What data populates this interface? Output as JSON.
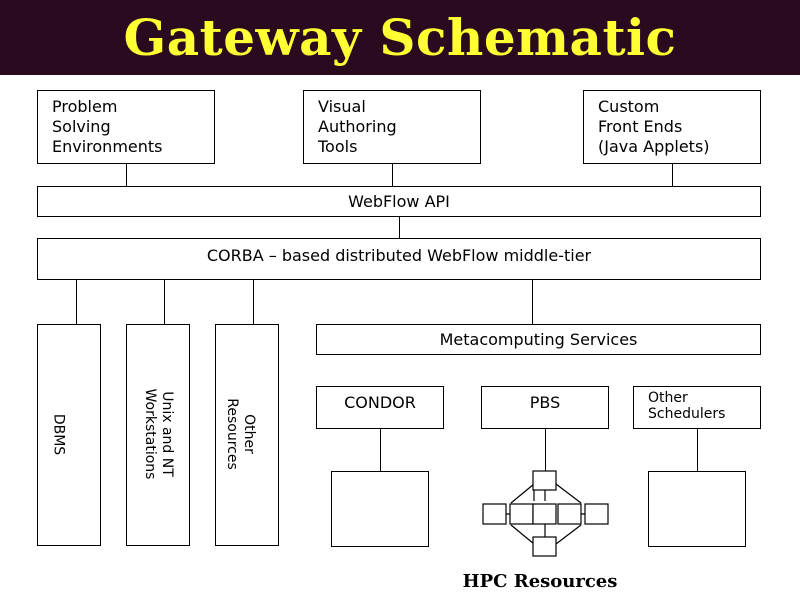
{
  "title": "Gateway Schematic",
  "top_boxes": {
    "pse": "Problem\nSolving\nEnvironments",
    "vat": "Visual\nAuthoring\nTools",
    "cfe": "Custom\nFront Ends\n(Java Applets)"
  },
  "webflow_api": "WebFlow API",
  "corba": "CORBA – based distributed WebFlow middle-tier",
  "resources": {
    "dbms": "DBMS",
    "unix": "Unix and NT\nWorkstations",
    "other": "Other\nResources"
  },
  "metacomputing": "Metacomputing Services",
  "schedulers": {
    "condor": "CONDOR",
    "pbs": "PBS",
    "other": "Other\nSchedulers"
  },
  "hpc_label": "HPC Resources"
}
